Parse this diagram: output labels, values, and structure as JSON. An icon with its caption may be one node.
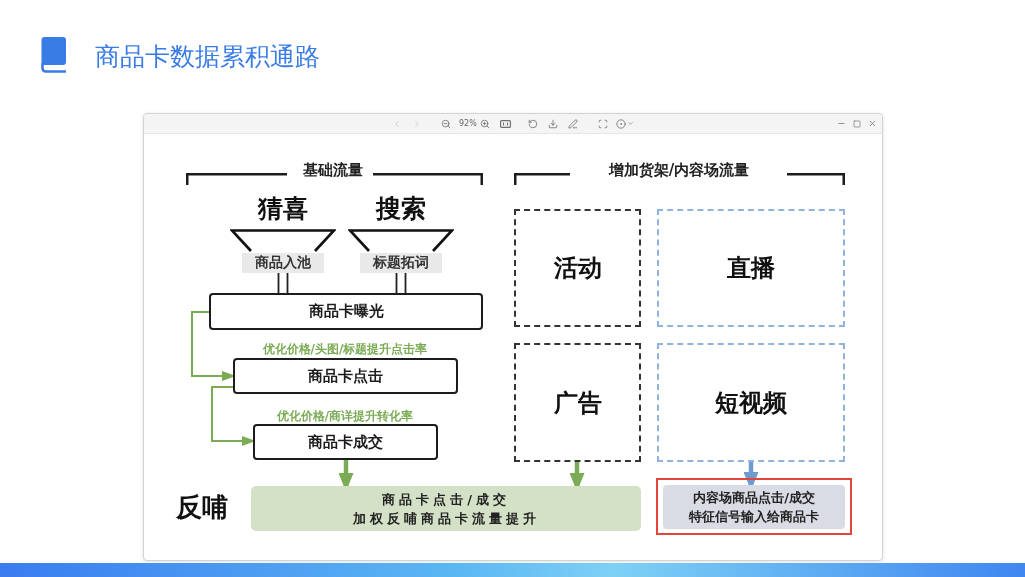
{
  "diagram": {
    "title": "商品卡数据累积通路",
    "nodes": [
      {
        "text": [
          "猜喜"
        ]
      },
      {
        "text": [
          "商品入池"
        ]
      },
      {
        "text": [
          "搜索"
        ]
      },
      {
        "text": [
          "标题拓词"
        ]
      },
      {
        "text": [
          "商品卡曝光"
        ]
      },
      {
        "text": [
          "商品卡点击"
        ]
      },
      {
        "text": [
          "商品卡成交"
        ]
      },
      {
        "text": [
          "活动"
        ]
      },
      {
        "text": [
          "直播"
        ]
      },
      {
        "text": [
          "广告"
        ]
      },
      {
        "text": [
          "短视频"
        ]
      },
      {
        "text": [
          "商品卡点击/成交加权反哺商品卡流量提升"
        ]
      },
      {
        "text": [],
        "shape": "box"
      },
      {
        "text": [
          "内容场商品点击/成交特征信号输入给商品卡"
        ],
        "in": 12
      }
    ],
    "edges": [
      {
        "from": 1,
        "to": 4,
        "arrow": "none",
        "color": "#222222"
      },
      {
        "from": 3,
        "to": 4,
        "arrow": "none",
        "color": "#222222"
      },
      {
        "from": 4,
        "to": 5,
        "arrow": "to"
      },
      {
        "from": 5,
        "to": 6,
        "arrow": "to"
      },
      {
        "from": 6,
        "to": 11,
        "arrow": "to",
        "style": "thick"
      },
      {
        "from": 9,
        "to": 11,
        "arrow": "to",
        "style": "thick"
      },
      {
        "from": 10,
        "to": 13,
        "arrow": "to",
        "style": "thick",
        "color": "#6f9bd1"
      }
    ],
    "labels": [
      "92%",
      "基础流量",
      "增加货架/内容场流量",
      "优化价格/头图/标题提升点击率",
      "优化价格/商详提升转化率",
      "反哺"
    ]
  }
}
